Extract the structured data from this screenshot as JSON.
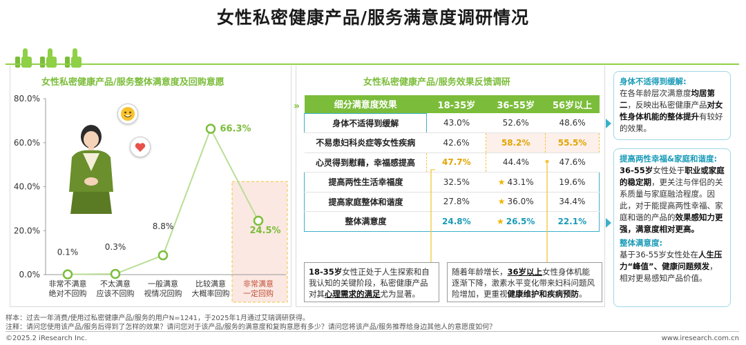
{
  "title": "女性私密健康产品/服务满意度调研情况",
  "left": {
    "title": "女性私密健康产品/服务整体满意度及回购意愿",
    "icons": [
      "smile-emoji-icon",
      "heart-icon"
    ]
  },
  "chart_data": {
    "type": "line",
    "categories": [
      "非常不满意\n绝对不回购",
      "不太满意\n应该不回购",
      "一般满意\n视情况回购",
      "比较满意\n大概率回购",
      "非常满意\n一定回购"
    ],
    "values": [
      0.1,
      0.3,
      8.8,
      66.3,
      24.5
    ],
    "value_labels": [
      "0.1%",
      "0.3%",
      "8.8%",
      "66.3%",
      "24.5%"
    ],
    "ytick_labels": [
      "0.0%",
      "20.0%",
      "40.0%",
      "60.0%",
      "80.0%"
    ],
    "ylim": [
      0,
      80
    ],
    "colors": {
      "line": "#b9dd95",
      "marker": "#7bbd3a",
      "highlight_label": "#7bbd3a",
      "highlight_bg": "#fbe8e2"
    }
  },
  "right": {
    "title": "女性私密健康产品/服务效果反馈调研",
    "headers": [
      "细分满意度效果",
      "18-35岁",
      "36-55岁",
      "56岁以上"
    ],
    "rows": [
      {
        "label": "身体不适得到缓解",
        "values": [
          "43.0%",
          "52.6%",
          "48.6%"
        ]
      },
      {
        "label": "不易患妇科炎症等女性疾病",
        "values": [
          "42.6%",
          "58.2%",
          "55.5%"
        ]
      },
      {
        "label": "心灵得到慰藉，幸福感提高",
        "values": [
          "47.7%",
          "44.4%",
          "47.6%"
        ]
      },
      {
        "label": "提高两性生活幸福度",
        "values": [
          "32.5%",
          "43.1%",
          "19.6%"
        ]
      },
      {
        "label": "提高家庭整体和谐度",
        "values": [
          "27.8%",
          "36.0%",
          "34.4%"
        ]
      },
      {
        "label": "整体满意度",
        "values": [
          "24.8%",
          "26.5%",
          "22.1%"
        ]
      }
    ],
    "note1": {
      "p1": "18-35岁",
      "p2": "女性正处于人生探索和自我认知的关键阶段，私密健康产品对其",
      "p3": "心理需求的满足",
      "p4": "尤为显著。"
    },
    "note2": {
      "p1": "随着年龄增长，",
      "p2": "36岁以上",
      "p3": "女性身体机能逐渐下降，激素水平变化带来妇科问题风险增加，更重视",
      "p4": "健康维护和疾病预防",
      "p5": "。"
    }
  },
  "side": {
    "box1": {
      "h": "身体不适得到缓解:",
      "p1": "在各年龄层次满意度",
      "p2": "均居第二",
      "p3": "，反映出私密健康产品",
      "p4": "对女性身体机能的整体提升",
      "p5": "有较好的效果。"
    },
    "box2": {
      "h": "提高两性幸福&家庭和谐度:",
      "p1": "36-55岁",
      "p2": "女性处于",
      "p3": "职业或家庭的稳定期",
      "p4": "，更关注与伴侣的关系质量与家庭融洽程度。因此，对于能提高两性幸福、家庭和谐的产品的",
      "p5": "效果感知力更强，满意度相对更高。",
      "h2": "整体满意度:",
      "q1": "基于36-55岁女性处在",
      "q2": "人生压力“峰值”、健康问题频发",
      "q3": "，相对更易感知产品价值。"
    }
  },
  "footer": {
    "sample": "样本：过去一年消费/使用过私密健康产品/服务的用户N=1241，于2025年1月通过艾瑞调研获得。",
    "note": "注释：请问您使用该产品/服务后得到了怎样的效果？请问您对于该产品/服务的满意度和复购意愿有多少？请问您将该产品/服务推荐给身边其他人的意愿度如何？",
    "copyright": "©2025.2 iResearch Inc.",
    "site": "www.iresearch.com.cn"
  }
}
